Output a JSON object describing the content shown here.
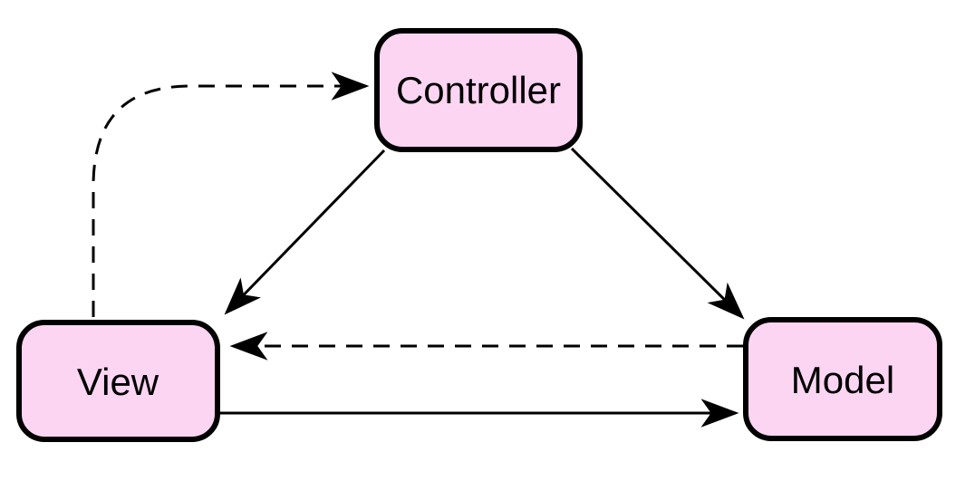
{
  "diagram": {
    "type": "architecture-diagram",
    "nodes": [
      {
        "id": "controller",
        "label": "Controller"
      },
      {
        "id": "view",
        "label": "View"
      },
      {
        "id": "model",
        "label": "Model"
      }
    ],
    "edges": [
      {
        "from": "view",
        "to": "controller",
        "style": "dashed",
        "shape": "curved"
      },
      {
        "from": "controller",
        "to": "view",
        "style": "solid",
        "shape": "straight"
      },
      {
        "from": "controller",
        "to": "model",
        "style": "solid",
        "shape": "straight"
      },
      {
        "from": "model",
        "to": "view",
        "style": "dashed",
        "shape": "straight"
      },
      {
        "from": "view",
        "to": "model",
        "style": "solid",
        "shape": "straight"
      }
    ],
    "colors": {
      "node_fill": "#FCD5F3",
      "node_border": "#000000",
      "edge": "#000000",
      "text": "#000000",
      "background": "#FFFFFF"
    }
  }
}
